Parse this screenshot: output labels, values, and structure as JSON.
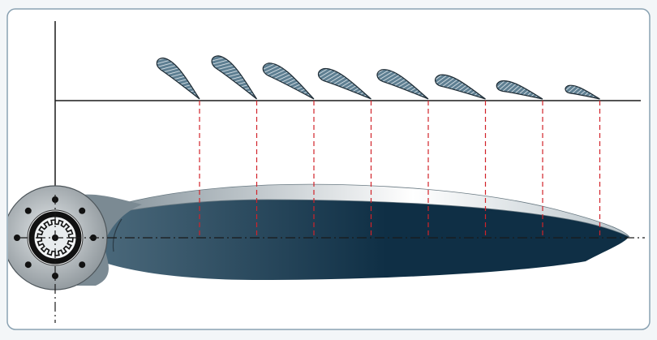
{
  "colors": {
    "frame_border": "#8aa2b2",
    "frame_bg": "#ffffff",
    "outer_bg": "#f3f6f8",
    "axis": "#1a1a1a",
    "station_line": "#d2232a",
    "blade_dark": "#0f2f45",
    "blade_mid": "#4d6b7d",
    "blade_light": "#cfd8dd",
    "section_fill": "#5e7f92",
    "section_hatch": "#e8eef2",
    "hub_gray": "#9aa1a6",
    "hub_dark": "#111111"
  },
  "stations": [
    {
      "id": 1,
      "chord": 0.95,
      "pitch": "high"
    },
    {
      "id": 2,
      "chord": 1.0,
      "pitch": "high"
    },
    {
      "id": 3,
      "chord": 1.0,
      "pitch": "mid-high"
    },
    {
      "id": 4,
      "chord": 0.98,
      "pitch": "mid"
    },
    {
      "id": 5,
      "chord": 0.95,
      "pitch": "mid"
    },
    {
      "id": 6,
      "chord": 0.9,
      "pitch": "low-mid"
    },
    {
      "id": 7,
      "chord": 0.8,
      "pitch": "low"
    },
    {
      "id": 8,
      "chord": 0.6,
      "pitch": "low"
    }
  ],
  "hub": {
    "bolt_count": 8,
    "spline_teeth": 14
  }
}
